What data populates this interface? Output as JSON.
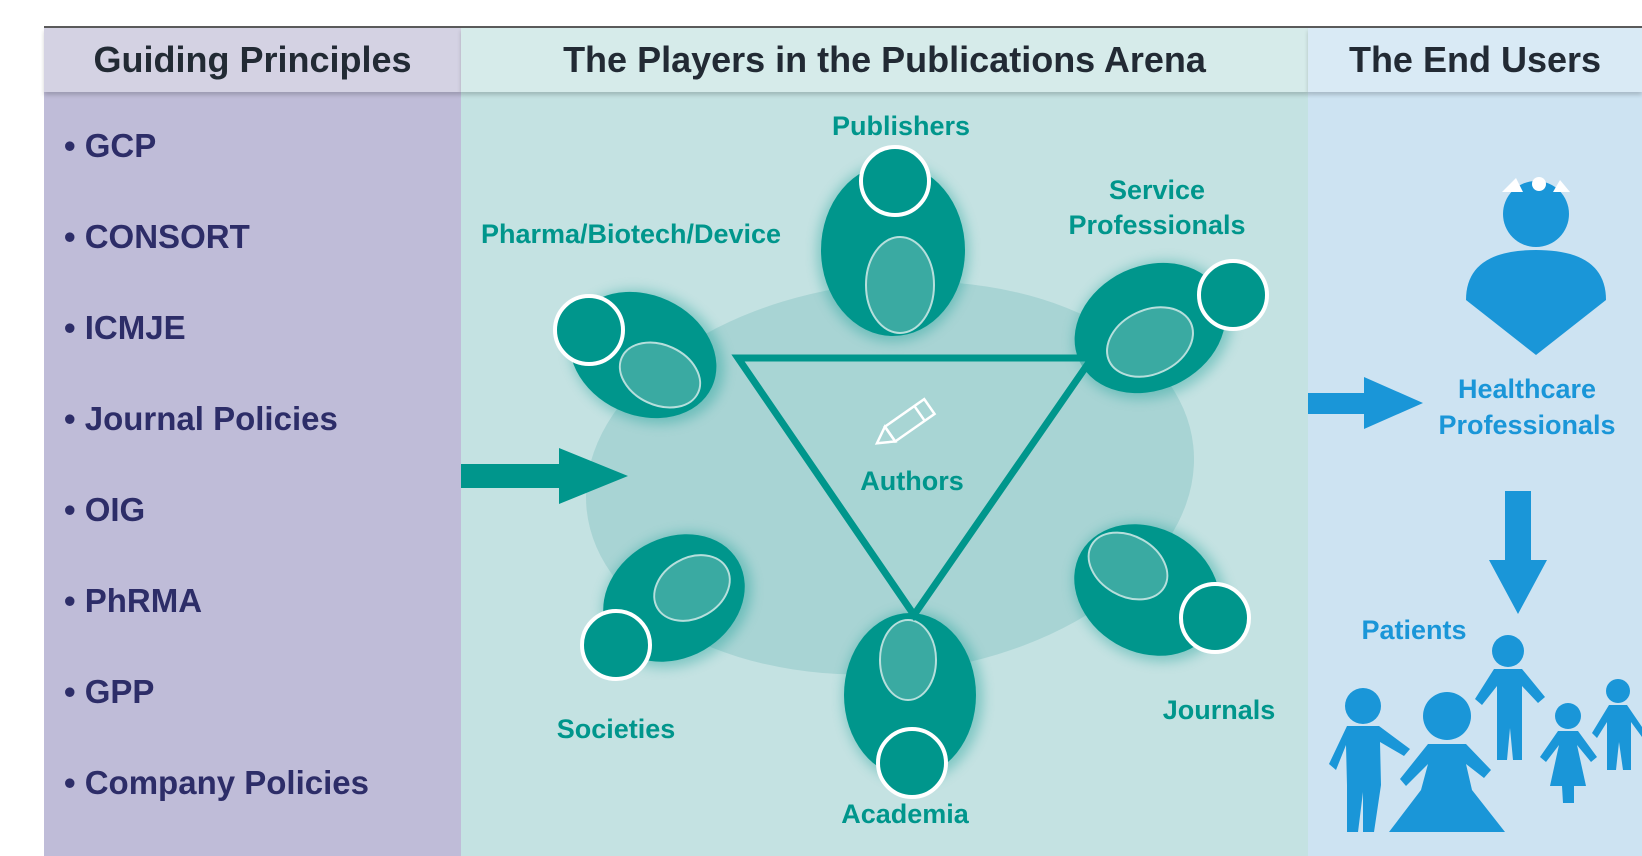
{
  "headers": {
    "left": "Guiding Principles",
    "middle": "The Players in the Publications Arena",
    "right": "The End Users"
  },
  "principles": [
    "• GCP",
    "• CONSORT",
    "• ICMJE",
    "• Journal Policies",
    "• OIG",
    "• PhRMA",
    "• GPP",
    "• Company Policies"
  ],
  "players": {
    "publishers": "Publishers",
    "service_line1": "Service",
    "service_line2": "Professionals",
    "pharma": "Pharma/Biotech/Device",
    "authors": "Authors",
    "societies": "Societies",
    "journals": "Journals",
    "academia": "Academia"
  },
  "end_users": {
    "healthcare_line1": "Healthcare",
    "healthcare_line2": "Professionals",
    "patients": "Patients"
  },
  "colors": {
    "teal": "#00968c",
    "blue": "#1a96d8",
    "navy": "#2d2d68",
    "left_panel": "#bfbcd8",
    "middle_panel": "#c4e2e2",
    "right_panel": "#cde3f2"
  },
  "icons": {
    "author_icon": "pencil-icon",
    "flow_left": "arrow-right-icon",
    "flow_right": "arrow-right-icon",
    "flow_down": "arrow-down-icon"
  }
}
